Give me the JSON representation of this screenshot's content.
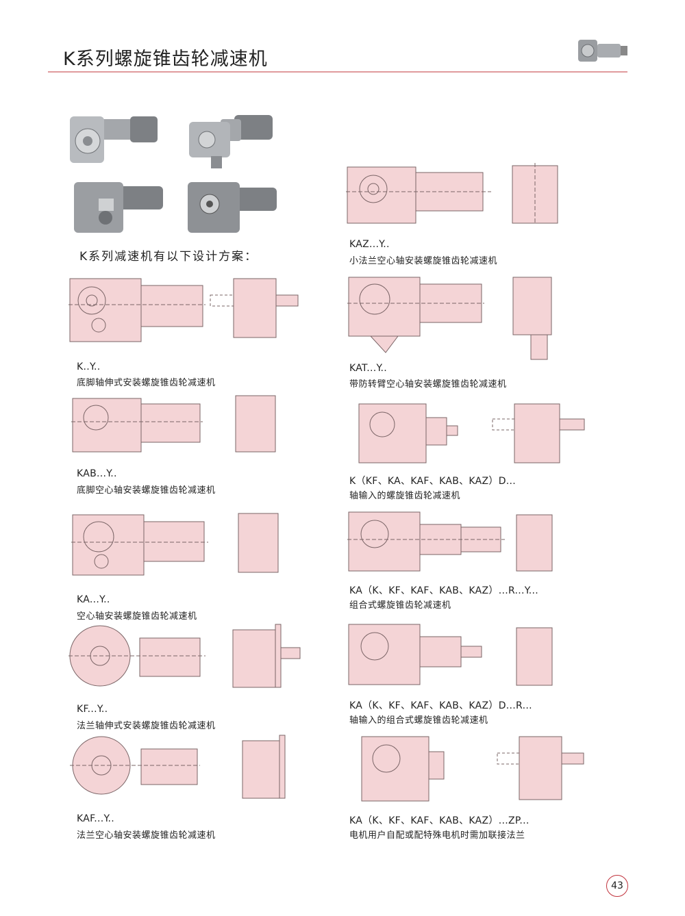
{
  "header": {
    "title": "K系列螺旋锥齿轮减速机"
  },
  "intro": "K系列减速机有以下设计方案：",
  "items": [
    {
      "code": "KAZ...Y..",
      "desc": "小法兰空心轴安装螺旋锥齿轮减速机"
    },
    {
      "code": "K..Y..",
      "desc": "底脚轴伸式安装螺旋锥齿轮减速机"
    },
    {
      "code": "KAT...Y..",
      "desc": "带防转臂空心轴安装螺旋锥齿轮减速机"
    },
    {
      "code": "KAB...Y..",
      "desc": "底脚空心轴安装螺旋锥齿轮减速机"
    },
    {
      "code": "K（KF、KA、KAF、KAB、KAZ）D...",
      "desc": "轴输入的螺旋锥齿轮减速机"
    },
    {
      "code": "KA...Y..",
      "desc": "空心轴安装螺旋锥齿轮减速机"
    },
    {
      "code": "KA（K、KF、KAF、KAB、KAZ）...R...Y...",
      "desc": "组合式螺旋锥齿轮减速机"
    },
    {
      "code": "KF...Y..",
      "desc": "法兰轴伸式安装螺旋锥齿轮减速机"
    },
    {
      "code": "KA（K、KF、KAF、KAB、KAZ）D...R...",
      "desc": "轴输入的组合式螺旋锥齿轮减速机"
    },
    {
      "code": "KAF...Y..",
      "desc": "法兰空心轴安装螺旋锥齿轮减速机"
    },
    {
      "code": "KA（K、KF、KAF、KAB、KAZ）...ZP...",
      "desc": "电机用户自配或配特殊电机时需加联接法兰"
    }
  ],
  "page_number": "43",
  "colors": {
    "accent": "#e09a9c",
    "drawing_fill": "#f4d4d6",
    "drawing_stroke": "#7a6466",
    "photo": "#8e9195"
  }
}
